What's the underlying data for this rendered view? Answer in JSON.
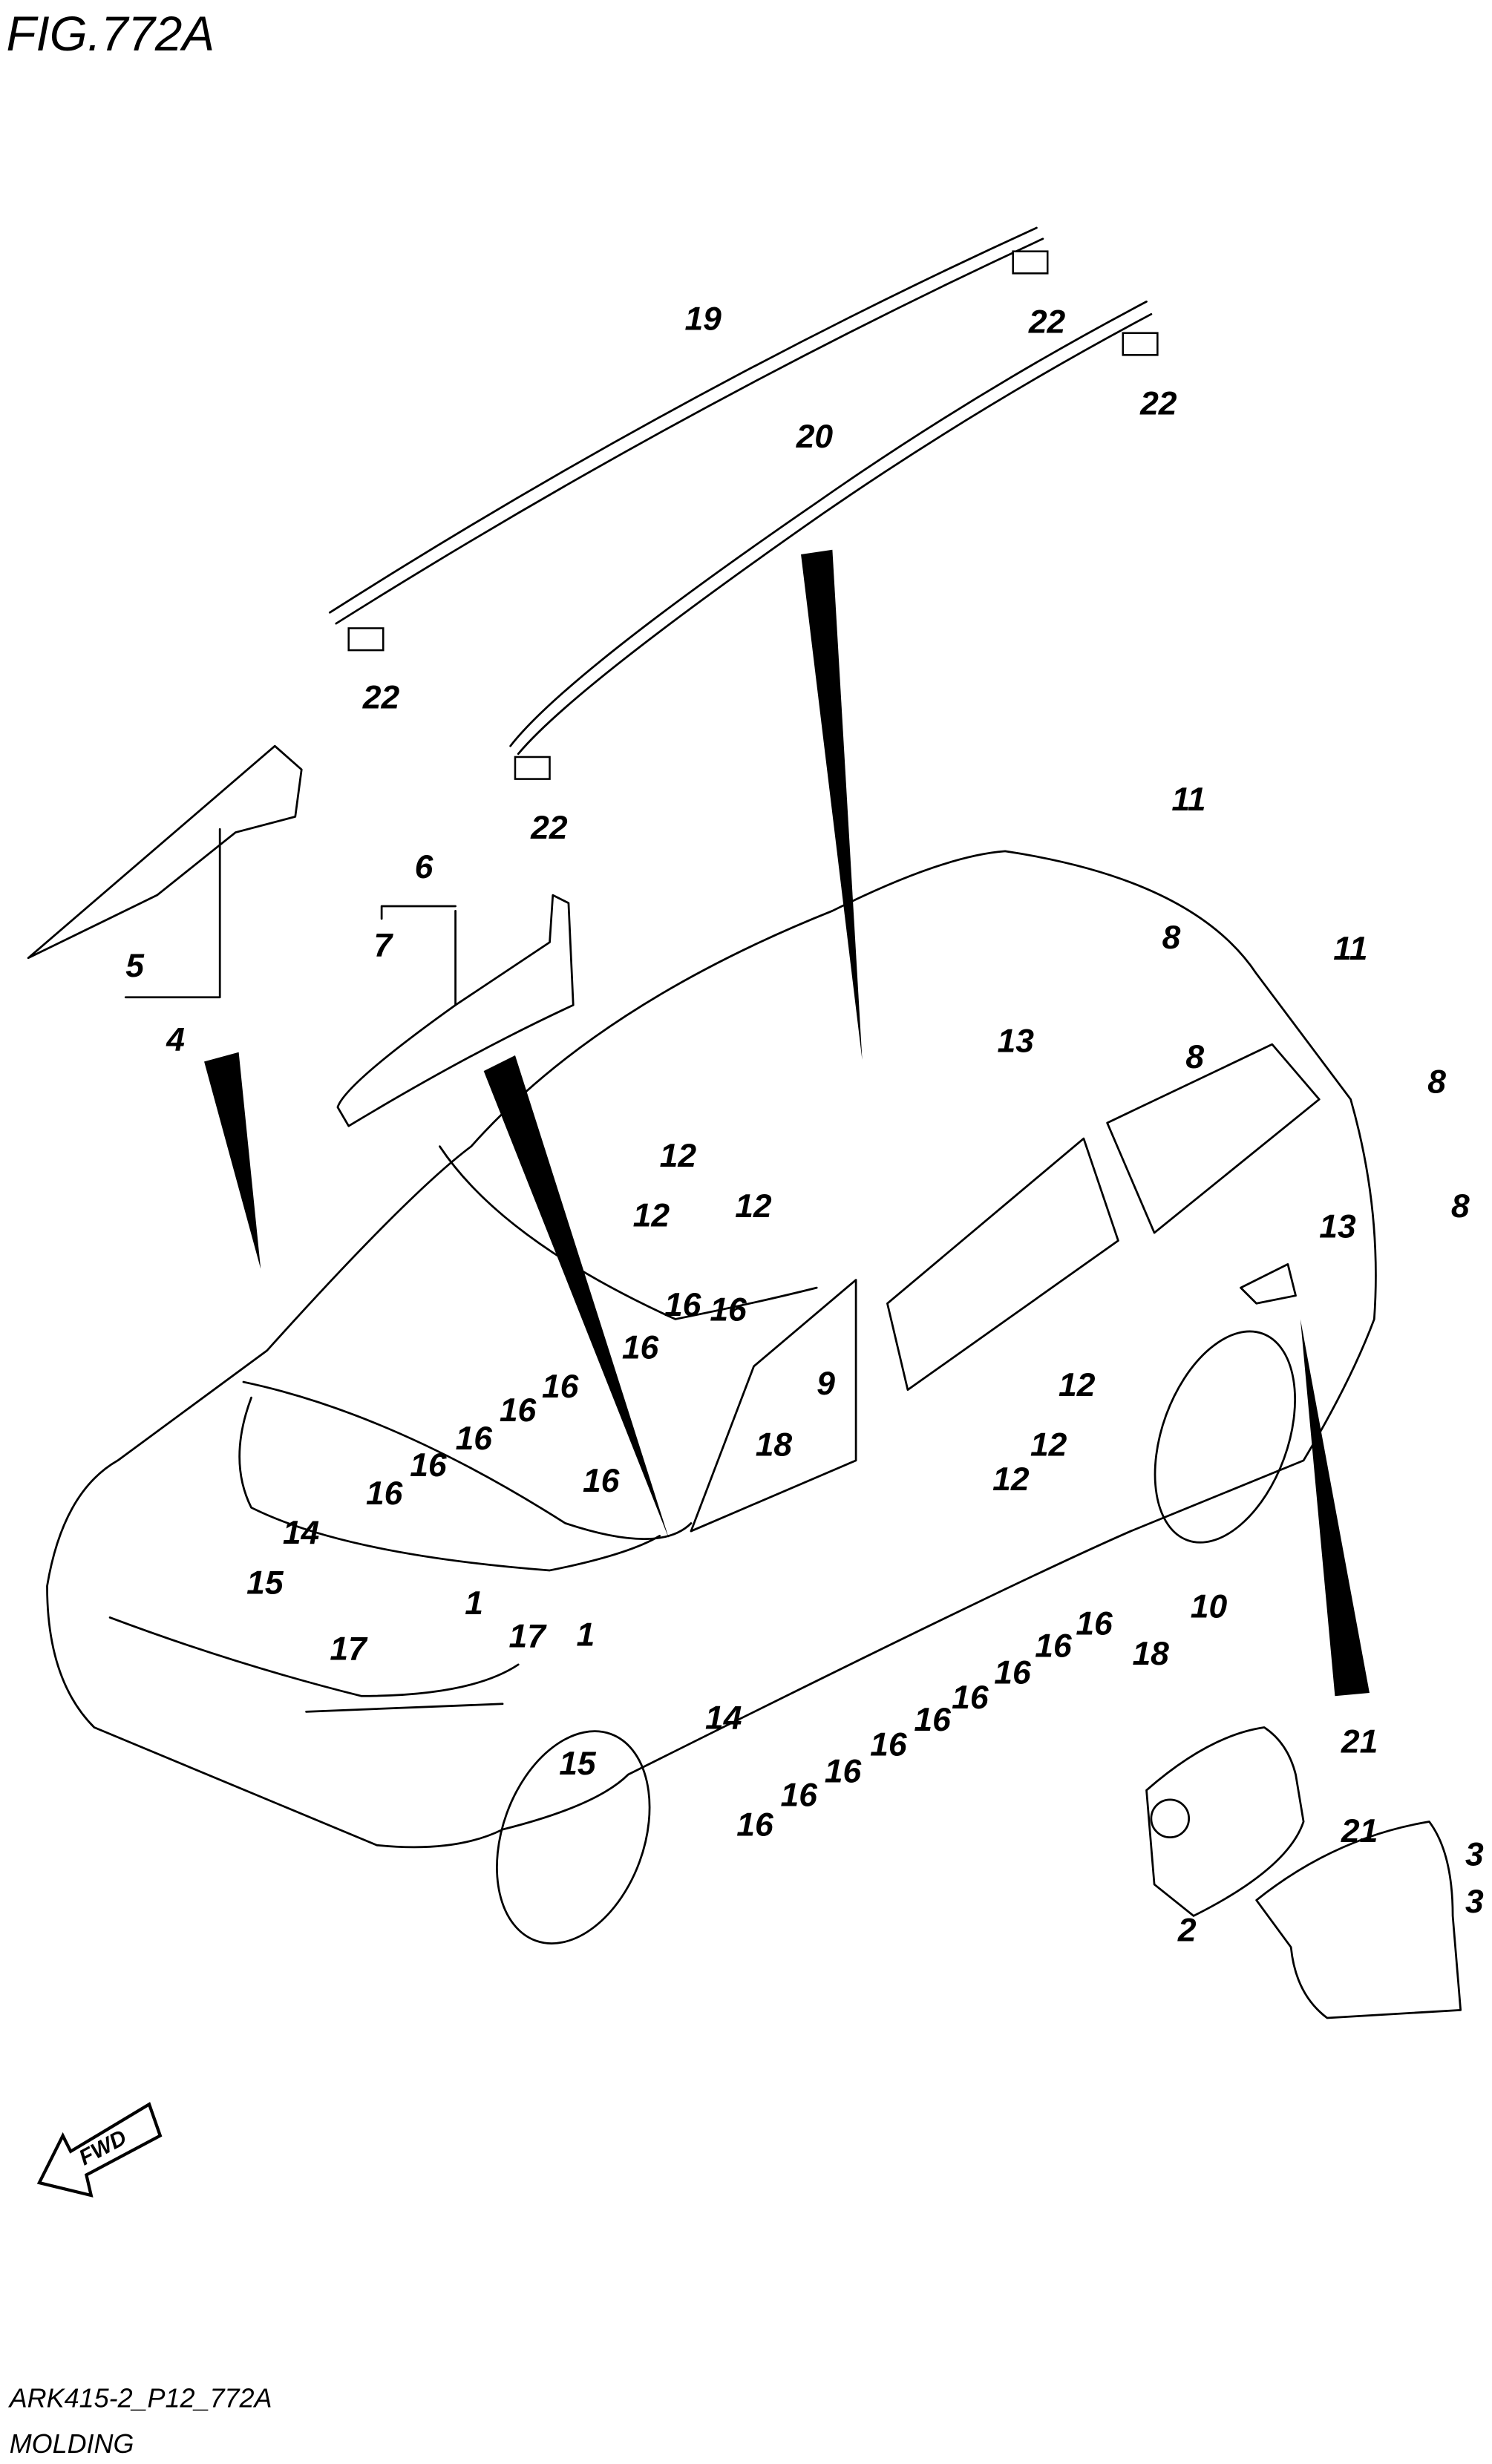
{
  "figure_title": "FIG.772A",
  "footer": {
    "code": "ARK415-2_P12_772A",
    "name": "MOLDING"
  },
  "fwd_label": "FWD",
  "callouts": [
    "19",
    "22",
    "22",
    "20",
    "22",
    "22",
    "6",
    "7",
    "5",
    "4",
    "11",
    "8",
    "11",
    "13",
    "8",
    "8",
    "12",
    "12",
    "12",
    "8",
    "13",
    "16",
    "16",
    "16",
    "9",
    "16",
    "16",
    "16",
    "16",
    "16",
    "18",
    "12",
    "16",
    "12",
    "12",
    "14",
    "15",
    "1",
    "10",
    "17",
    "17",
    "1",
    "16",
    "18",
    "16",
    "16",
    "16",
    "14",
    "16",
    "16",
    "16",
    "15",
    "16",
    "16",
    "21",
    "21",
    "3",
    "2",
    "3"
  ]
}
